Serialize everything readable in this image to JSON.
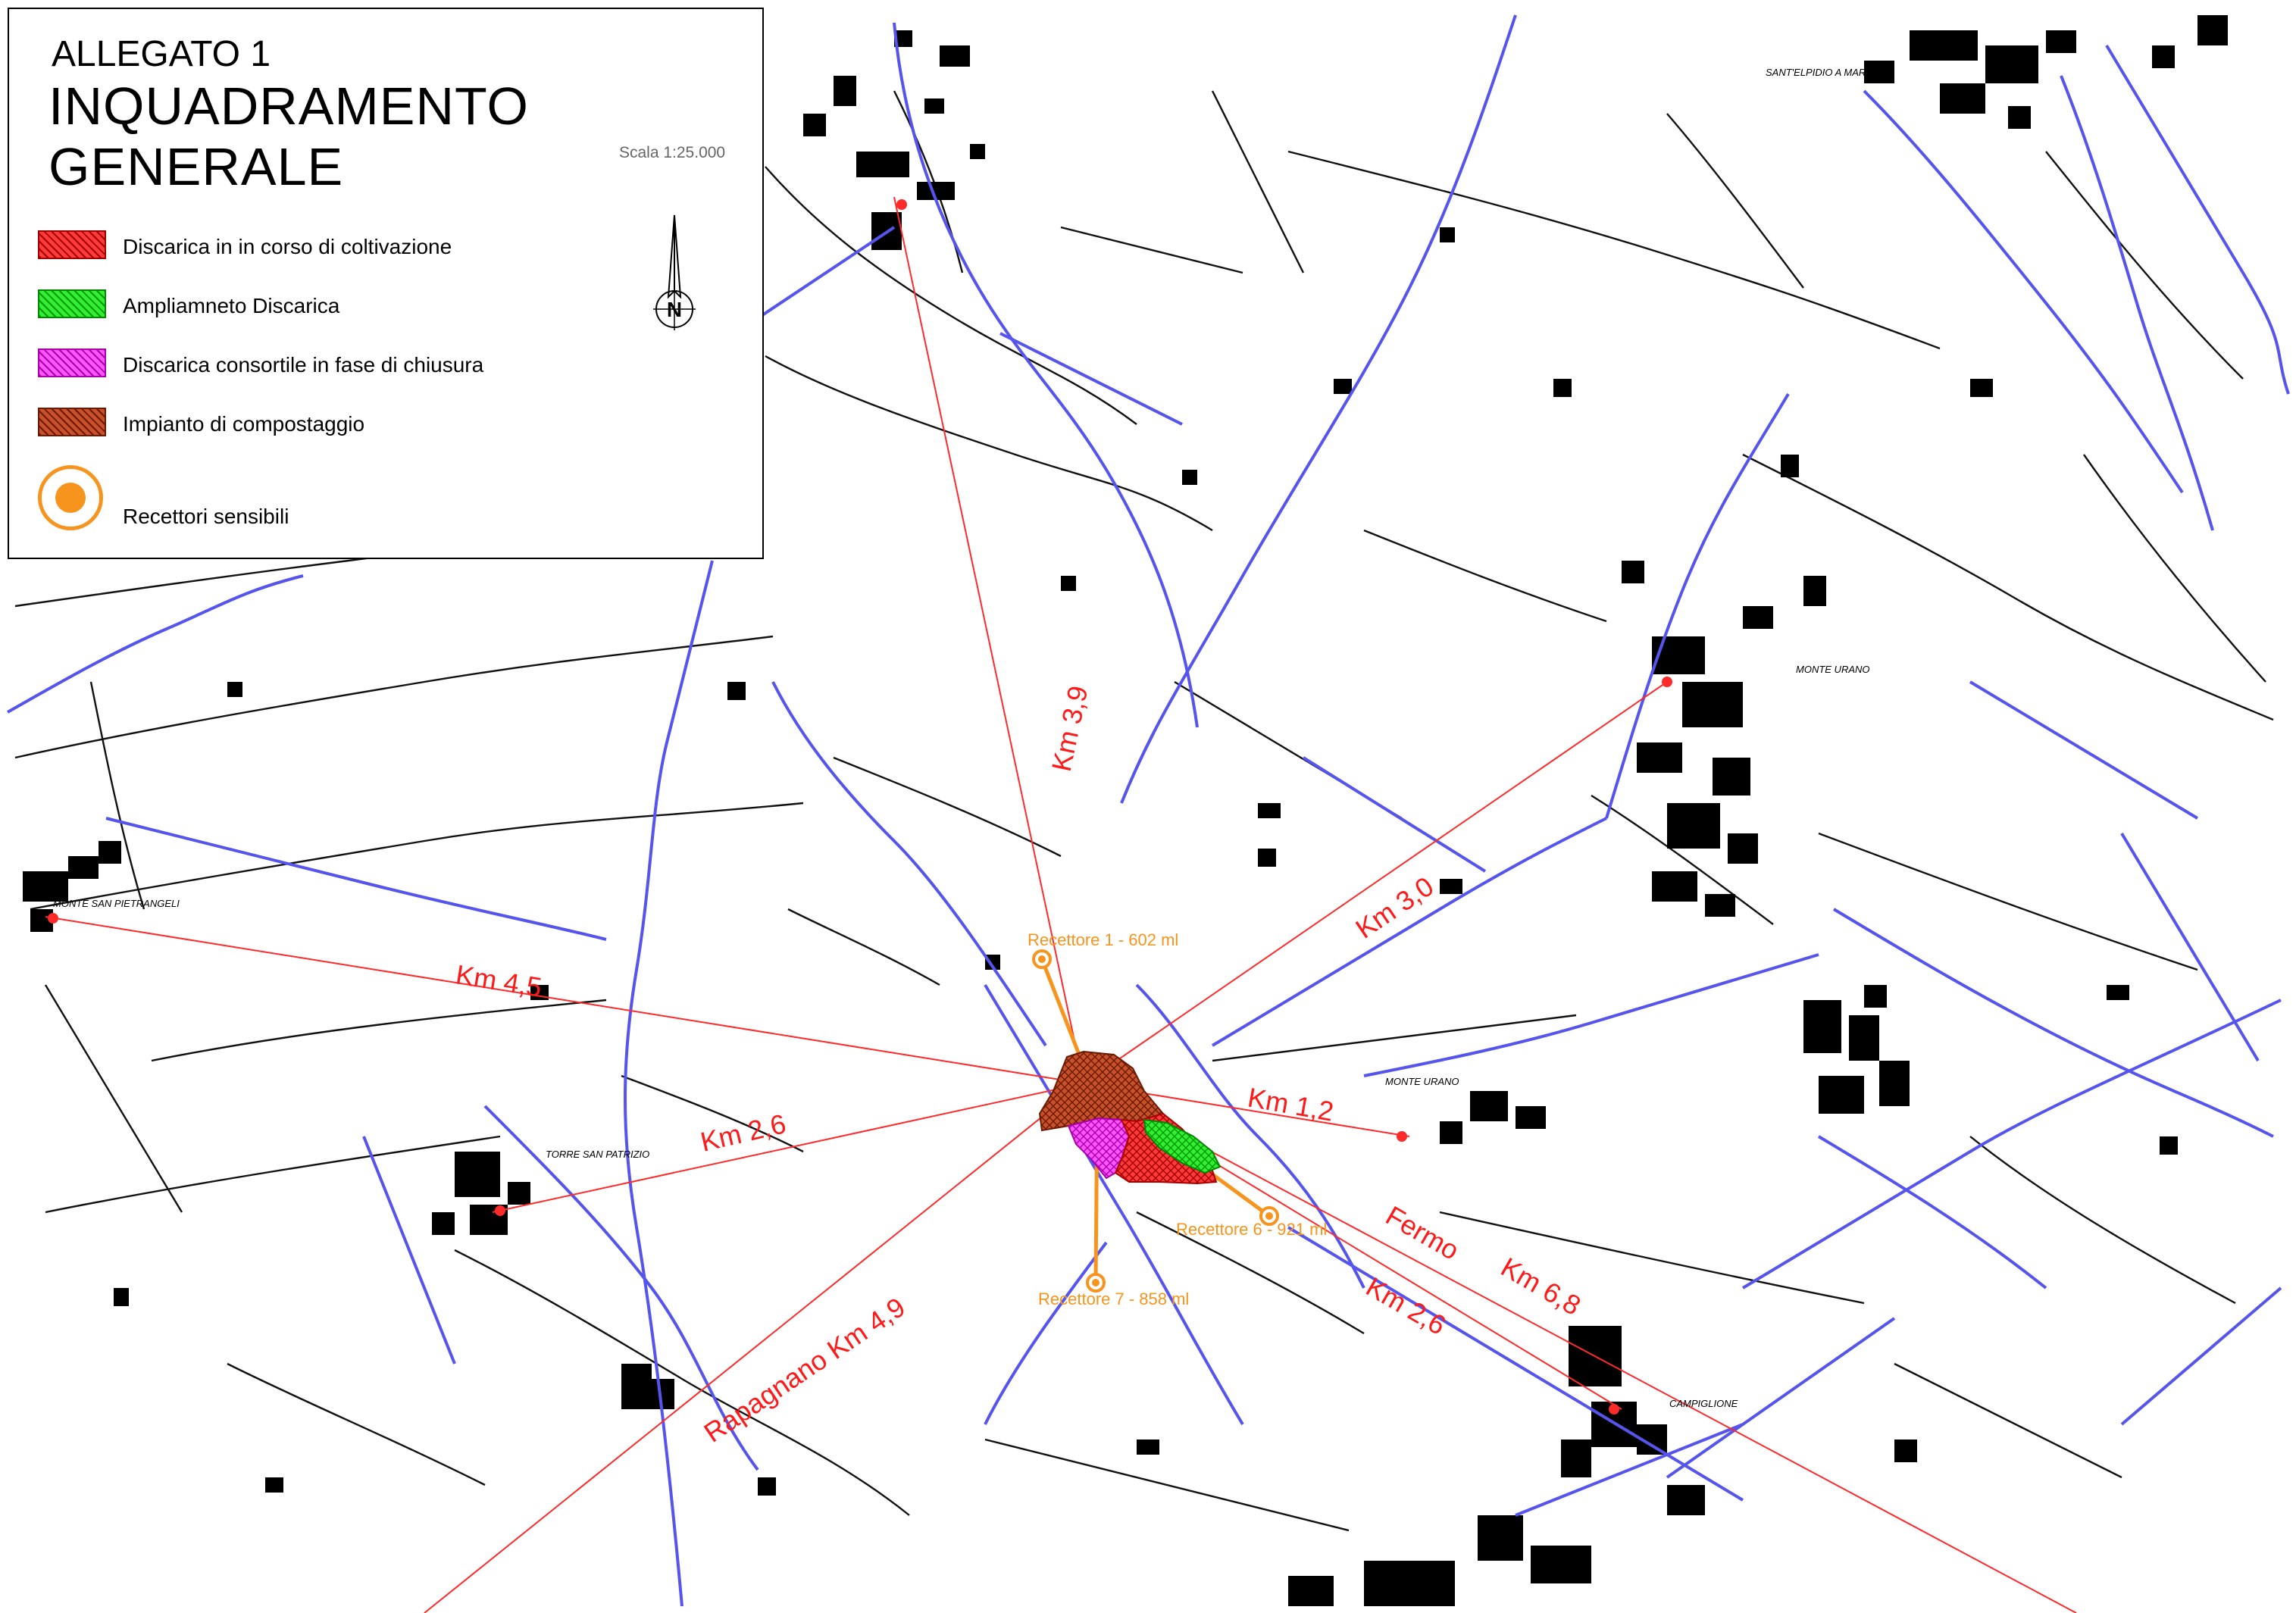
{
  "legend": {
    "subtitle": "ALLEGATO 1",
    "title": "INQUADRAMENTO GENERALE",
    "scale": "Scala  1:25.000",
    "items": [
      {
        "label": "Discarica in in corso di coltivazione",
        "color": "#ff1a1a"
      },
      {
        "label": "Ampliamneto Discarica",
        "color": "#22cc22"
      },
      {
        "label": "Discarica consortile in fase di chiusura",
        "color": "#ff33ff"
      },
      {
        "label": "Impianto di compostaggio",
        "color": "#b5350f"
      },
      {
        "label": "Recettori sensibili",
        "color": "#f7941d"
      }
    ],
    "north_label": "N"
  },
  "places": {
    "sant_elpidio": "SANT'ELPIDIO A MARE",
    "monte_urano_n": "MONTE URANO",
    "monte_urano": "MONTE URANO",
    "monte_san_pietrangeli": "MONTE SAN PIETRANGELI",
    "torre_san_patrizio": "TORRE SAN PATRIZIO",
    "campiglione": "CAMPIGLIONE"
  },
  "distances": {
    "d_n": "Km 3,9",
    "d_ne": "Km 3,0",
    "d_w": "Km 4,5",
    "d_e": "Km 1,2",
    "d_wsw": "Km 2,6",
    "d_sw": "Rapagnano Km 4,9",
    "d_fermo": "Fermo",
    "d_fermo_km": "Km 6,8",
    "d_se": "Km 2,6"
  },
  "receptors": {
    "r1": "Recettore 1 - 602 ml",
    "r6": "Recettore 6 - 921 ml",
    "r7": "Recettore 7 - 858 ml"
  },
  "colors": {
    "road": "#5555ee",
    "line": "#ff2a2a",
    "receptor": "#f7941d",
    "compost": "#b5350f",
    "landfill": "#ff1a1a",
    "expansion": "#22cc22",
    "closing": "#ff33ff"
  }
}
